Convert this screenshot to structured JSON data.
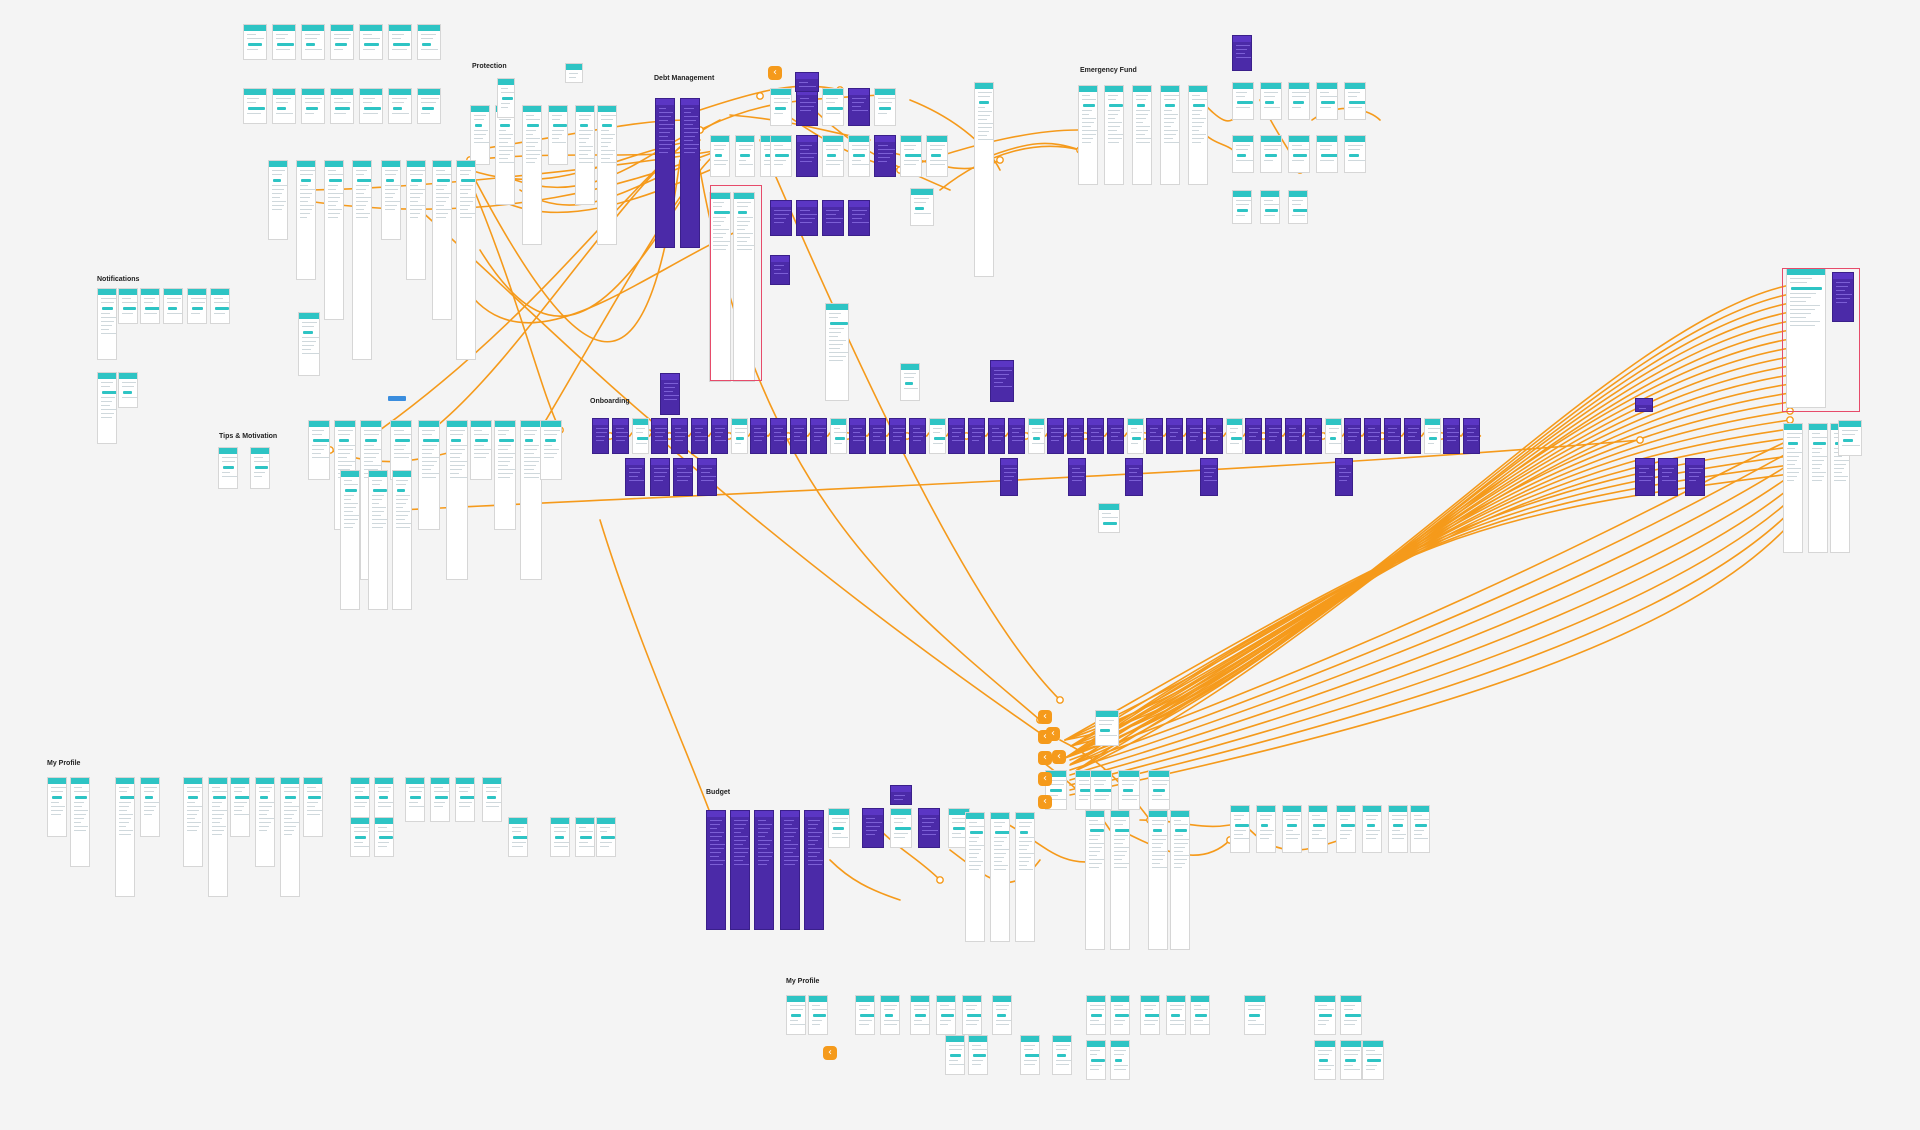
{
  "sections": {
    "protection": "Protection",
    "debt_management": "Debt Management",
    "emergency_fund": "Emergency Fund",
    "notifications": "Notifications",
    "tips_motivation": "Tips & Motivation",
    "onboarding": "Onboarding",
    "my_profile_left": "My Profile",
    "budget": "Budget",
    "my_profile_bottom": "My Profile"
  },
  "colors": {
    "background": "#f4f4f4",
    "flow_line": "#f59a1b",
    "teal_header": "#2ec4c4",
    "purple_screen": "#4b2aa8",
    "highlight_frame": "#e64b6a"
  },
  "icons": {
    "back_badge": "chevron-left-icon"
  },
  "back_badge_glyph": "‹"
}
